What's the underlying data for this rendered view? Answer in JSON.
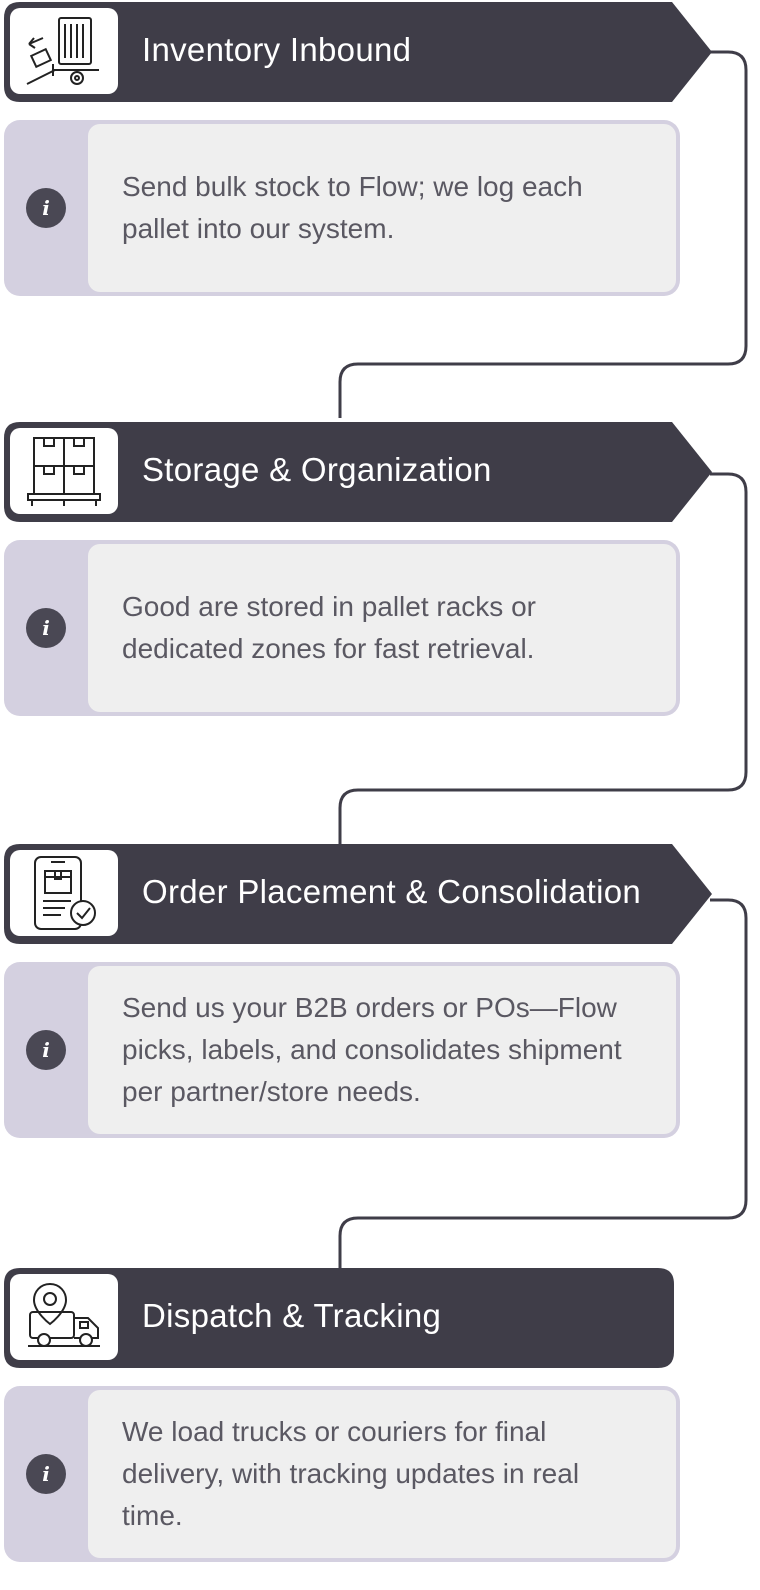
{
  "steps": [
    {
      "title": "Inventory Inbound",
      "description": "Send bulk stock to Flow; we log each pallet into our system.",
      "icon": "inbound-truck-icon"
    },
    {
      "title": "Storage & Organization",
      "description": "Good are stored in pallet racks or dedicated zones for fast retrieval.",
      "icon": "pallet-boxes-icon"
    },
    {
      "title": "Order Placement & Consolidation",
      "description": "Send us your B2B orders or POs—Flow picks, labels, and consolidates shipment per partner/store needs.",
      "icon": "mobile-order-icon"
    },
    {
      "title": "Dispatch & Tracking",
      "description": "We load trucks or couriers for final delivery, with tracking updates in real time.",
      "icon": "delivery-truck-location-icon"
    }
  ],
  "colors": {
    "header": "#3f3d48",
    "card_outer": "#d4d0e0",
    "card_inner": "#efefef",
    "text": "#5a5862",
    "connector": "#3f3d48"
  }
}
